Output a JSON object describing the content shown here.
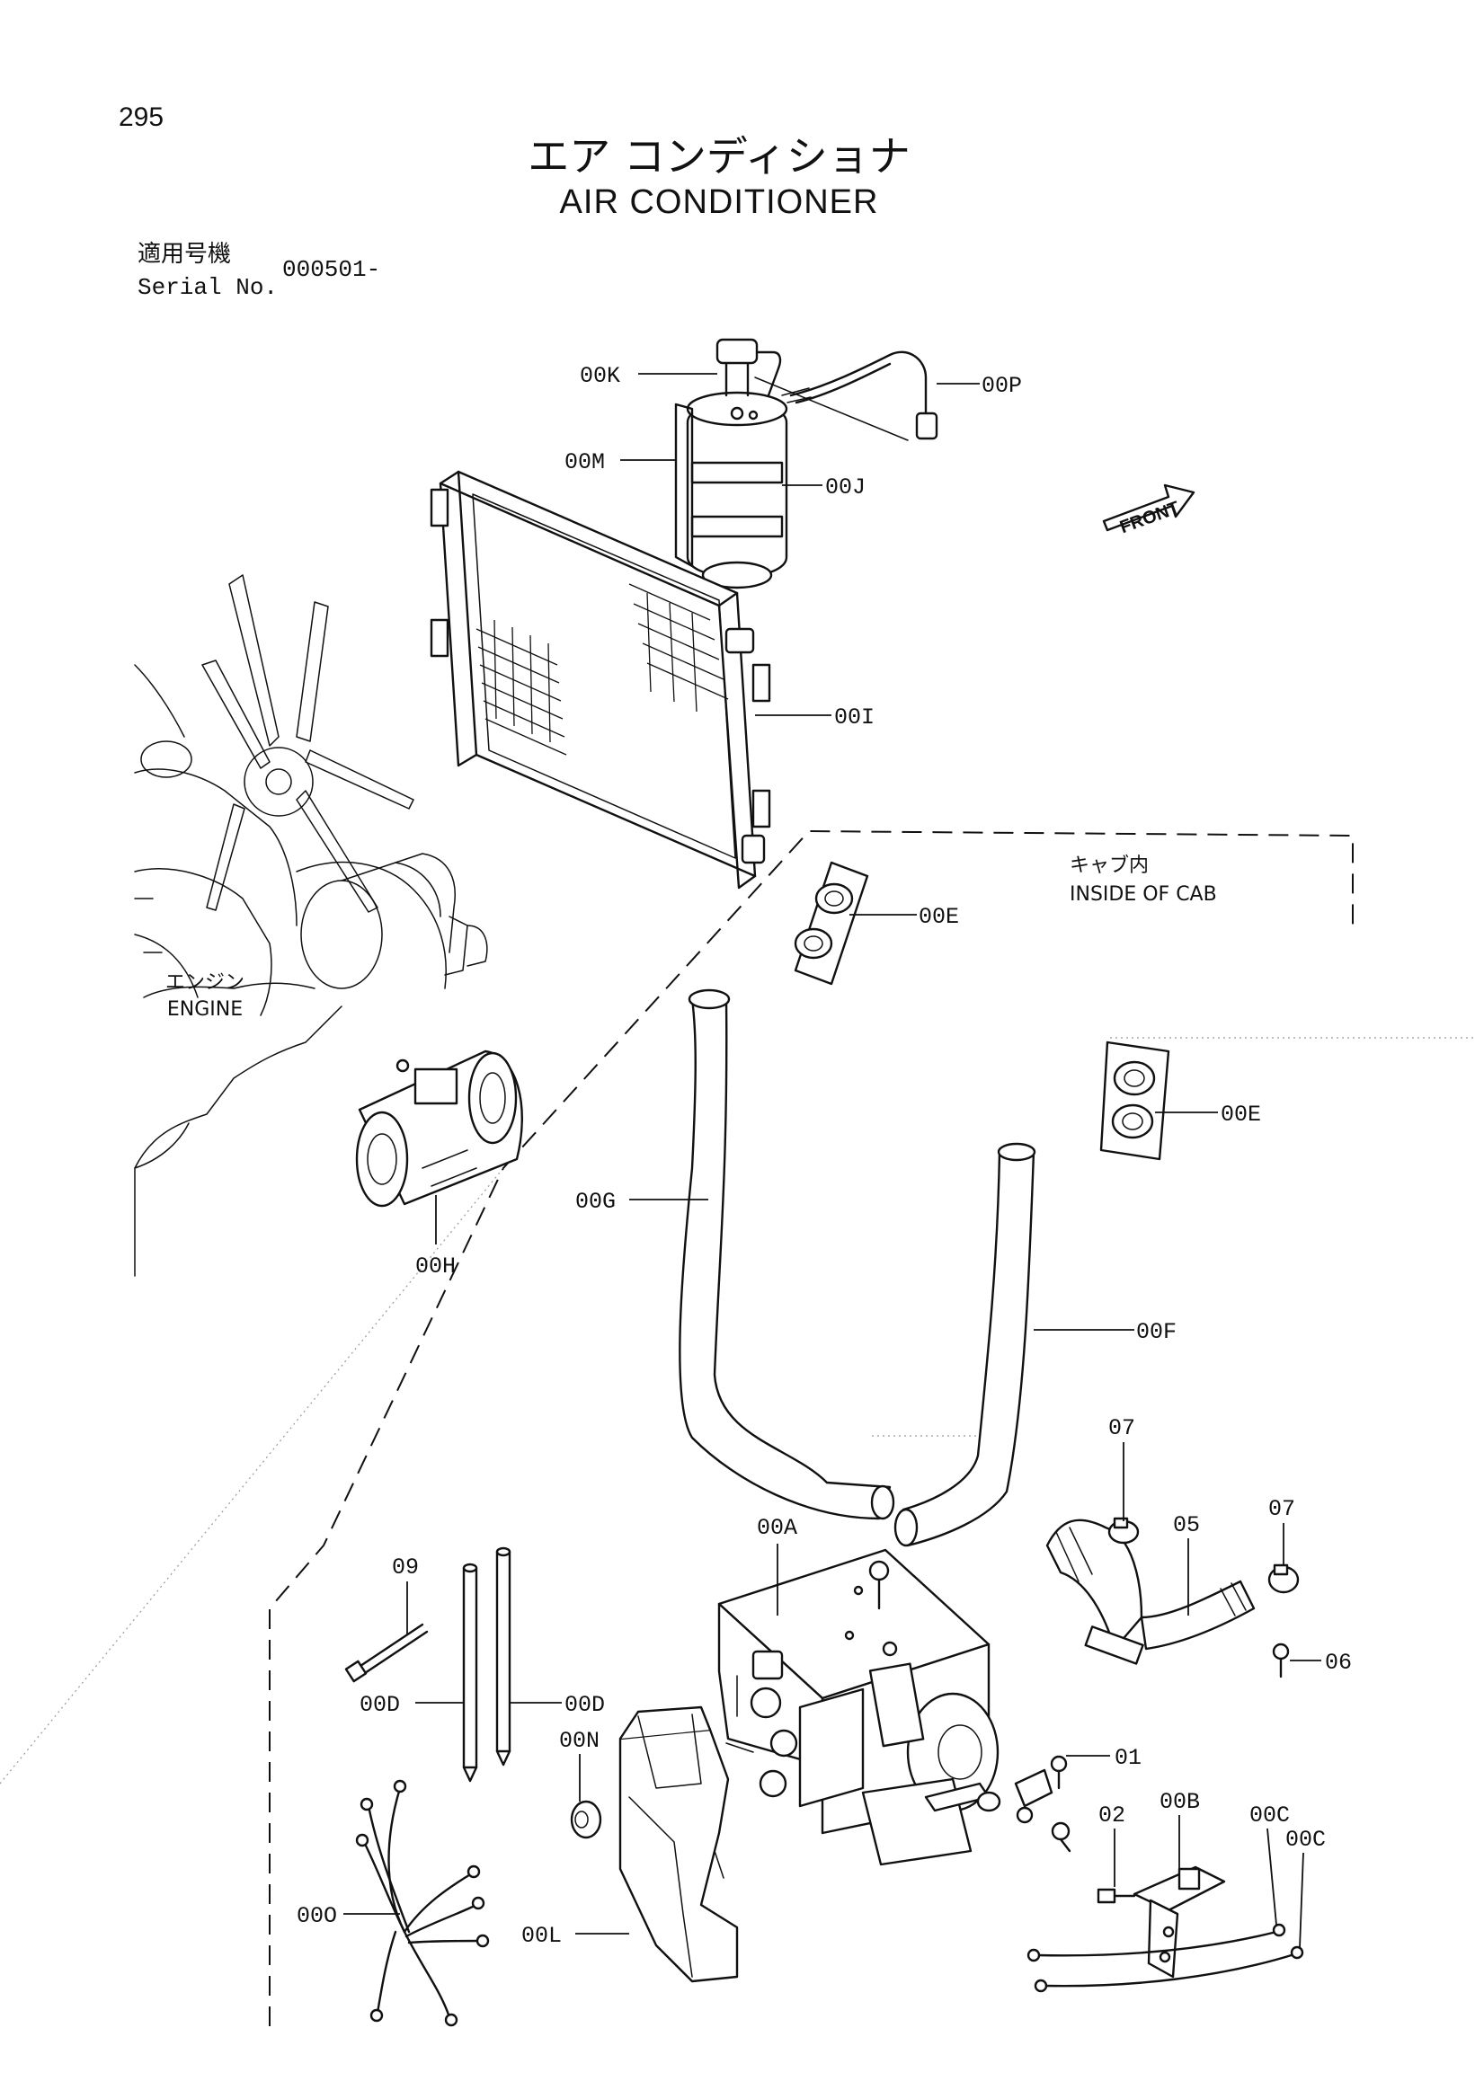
{
  "page": {
    "number": "295",
    "title_ja": "エア コンディショナ",
    "title_en": "AIR CONDITIONER",
    "serial_label_ja": "適用号機",
    "serial_label_en": "Serial No.",
    "serial_value": "000501-"
  },
  "notes": {
    "cab_ja": "キャブ内",
    "cab_en": "INSIDE OF CAB",
    "engine_ja": "エンジン",
    "engine_en": "ENGINE",
    "front": "FRONT"
  },
  "callouts": {
    "k": "00K",
    "p": "00P",
    "m": "00M",
    "j": "00J",
    "i": "00I",
    "e1": "00E",
    "e2": "00E",
    "g": "00G",
    "h": "00H",
    "f": "00F",
    "c07a": "07",
    "c05": "05",
    "c07b": "07",
    "c06": "06",
    "a": "00A",
    "c09": "09",
    "d1": "00D",
    "d2": "00D",
    "n": "00N",
    "c01": "01",
    "c02": "02",
    "b": "00B",
    "c1": "00C",
    "c2": "00C",
    "o": "00O",
    "l": "00L"
  }
}
